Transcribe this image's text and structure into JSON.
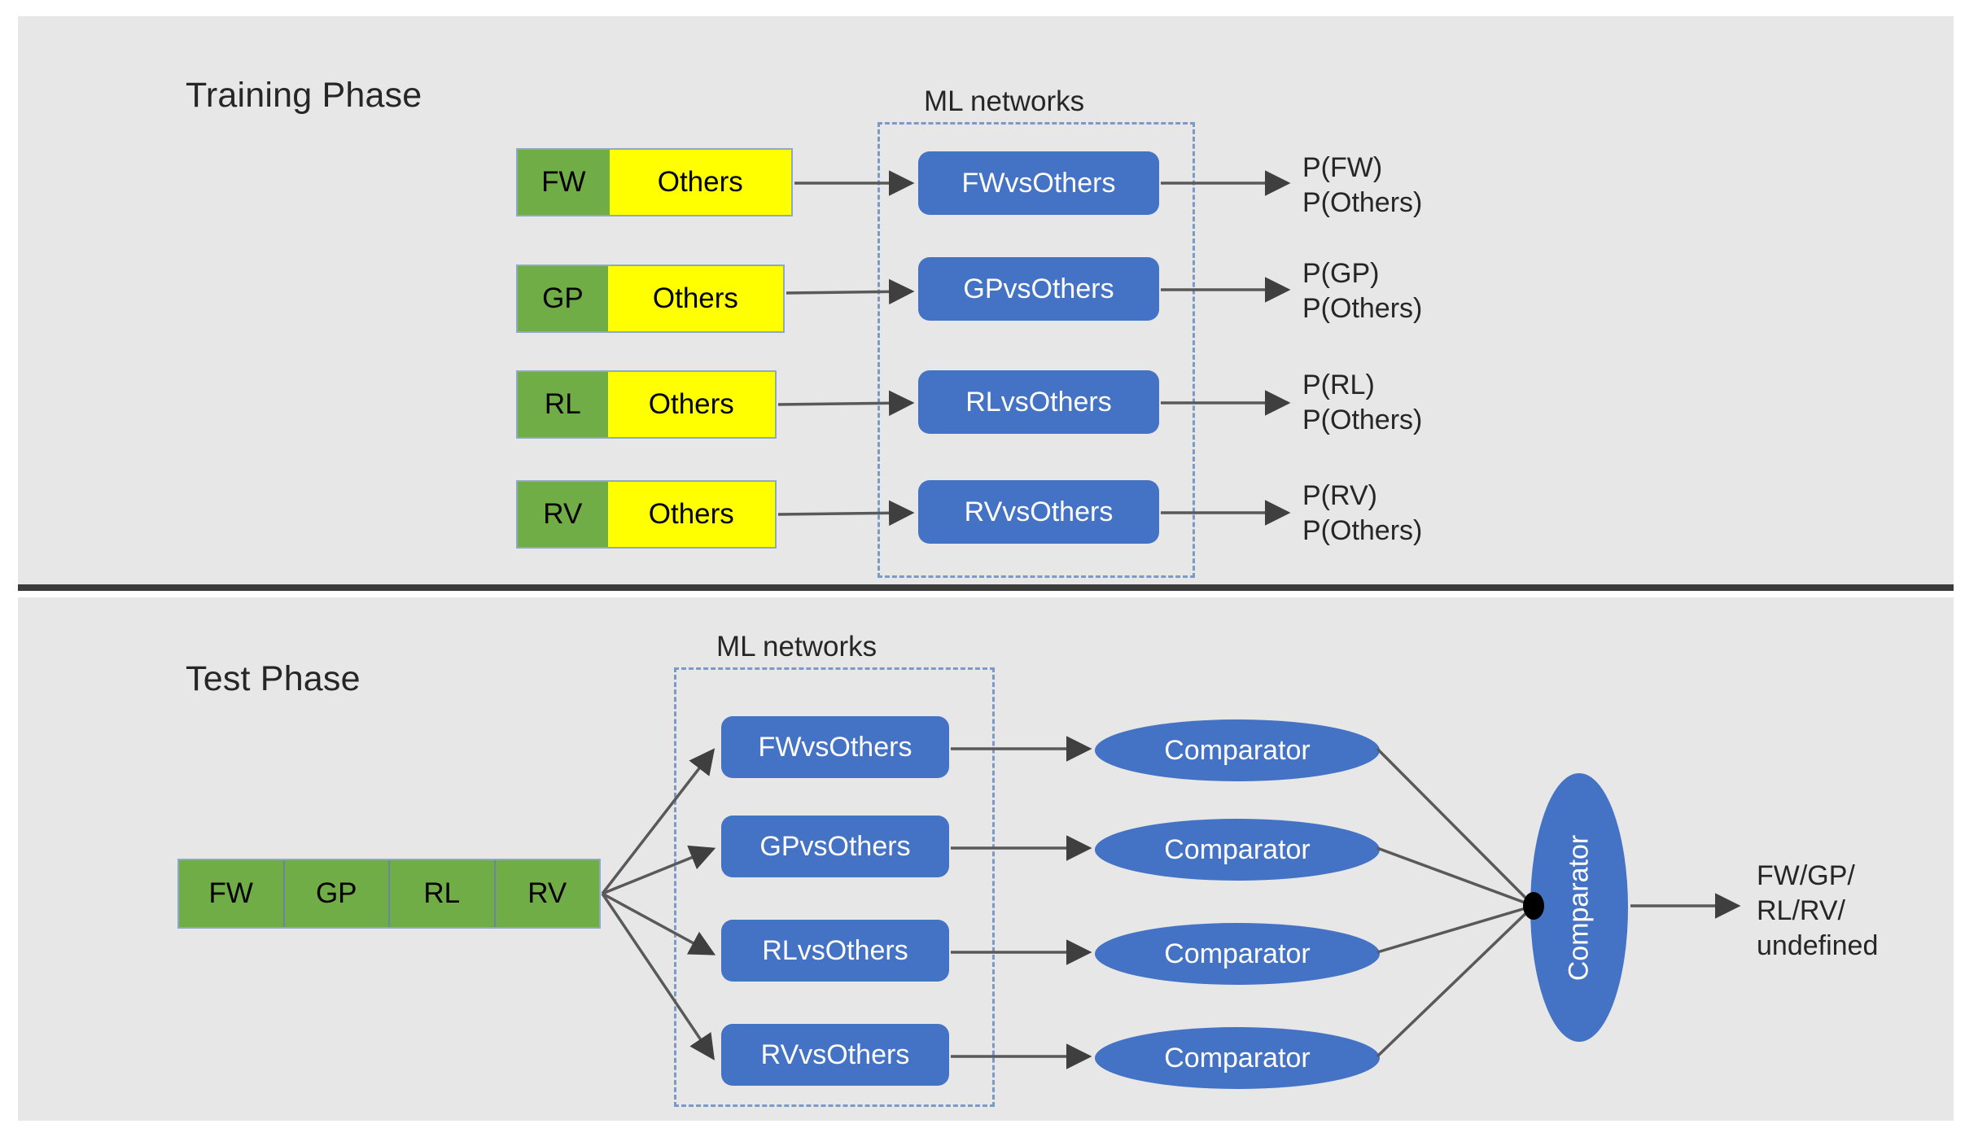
{
  "figure": {
    "background": "#e7e7e7",
    "page_background": "#ffffff",
    "colors": {
      "green": "#70ad47",
      "yellow": "#ffff00",
      "blue": "#4472c4",
      "box_border": "#8ea9c6",
      "dashed_border": "#7b9ac8",
      "divider": "#3b3b3b",
      "arrow": "#595959",
      "text": "#262626"
    }
  },
  "training": {
    "title": "Training Phase",
    "ml_group_label": "ML networks",
    "rows": [
      {
        "class_label": "FW",
        "others_label": "Others",
        "network": "FWvsOthers",
        "outputs": [
          "P(FW)",
          "P(Others)"
        ]
      },
      {
        "class_label": "GP",
        "others_label": "Others",
        "network": "GPvsOthers",
        "outputs": [
          "P(GP)",
          "P(Others)"
        ]
      },
      {
        "class_label": "RL",
        "others_label": "Others",
        "network": "RLvsOthers",
        "outputs": [
          "P(RL)",
          "P(Others)"
        ]
      },
      {
        "class_label": "RV",
        "others_label": "Others",
        "network": "RVvsOthers",
        "outputs": [
          "P(RV)",
          "P(Others)"
        ]
      }
    ]
  },
  "test": {
    "title": "Test Phase",
    "ml_group_label": "ML networks",
    "input_cells": [
      "FW",
      "GP",
      "RL",
      "RV"
    ],
    "rows": [
      {
        "network": "FWvsOthers",
        "comparator": "Comparator"
      },
      {
        "network": "GPvsOthers",
        "comparator": "Comparator"
      },
      {
        "network": "RLvsOthers",
        "comparator": "Comparator"
      },
      {
        "network": "RVvsOthers",
        "comparator": "Comparator"
      }
    ],
    "final_comparator": "Comparator",
    "final_output_lines": [
      "FW/GP/",
      "RL/RV/",
      "undefined"
    ]
  }
}
